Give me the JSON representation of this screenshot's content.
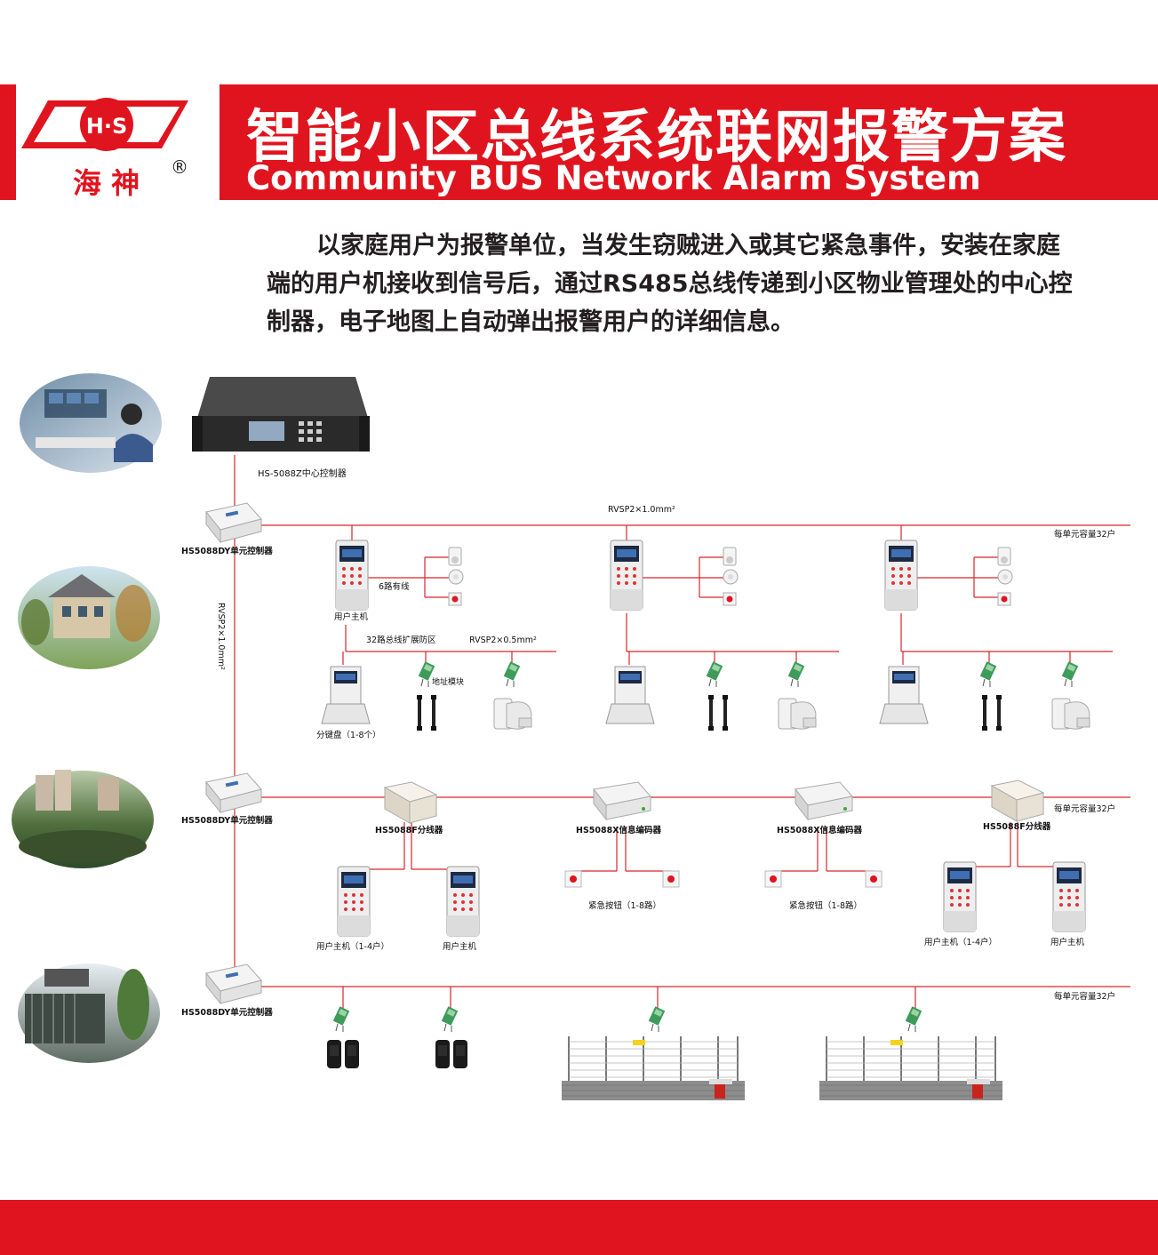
{
  "header": {
    "logo_text": "H·S",
    "logo_cn": "海 神",
    "registered": "®",
    "title_cn": "智能小区总线系统联网报警方案",
    "title_en": "Community BUS Network Alarm System"
  },
  "intro": {
    "line1": "以家庭用户为报警单位，当发生窃贼进入或其它紧急事件，安装在家庭",
    "line2": "端的用户机接收到信号后，通过RS485总线传递到小区物业管理处的中心控",
    "line3": "制器，电子地图上自动弹出报警用户的详细信息。"
  },
  "labels": {
    "center_controller": "HS-5088Z中心控制器",
    "unit_controller": "HS5088DY单元控制器",
    "bus_main": "RVSP2×1.0mm²",
    "bus_vertical": "RVSP2×1.0mm²",
    "capacity": "每单元容量32户",
    "wired_6": "6路有线",
    "user_host": "用户主机",
    "bus_ext": "32路总线扩展防区",
    "bus_small": "RVSP2×0.5mm²",
    "addr_module": "地址模块",
    "sub_keypad": "分键盘（1-8个）",
    "splitter": "HS5088F分线器",
    "encoder": "HS5088X信息编码器",
    "user_host_1_4": "用户主机（1-4户）",
    "emergency": "紧急按钮（1-8路）"
  },
  "colors": {
    "brand_red": "#e0141e",
    "line_red": "#d7262c"
  }
}
